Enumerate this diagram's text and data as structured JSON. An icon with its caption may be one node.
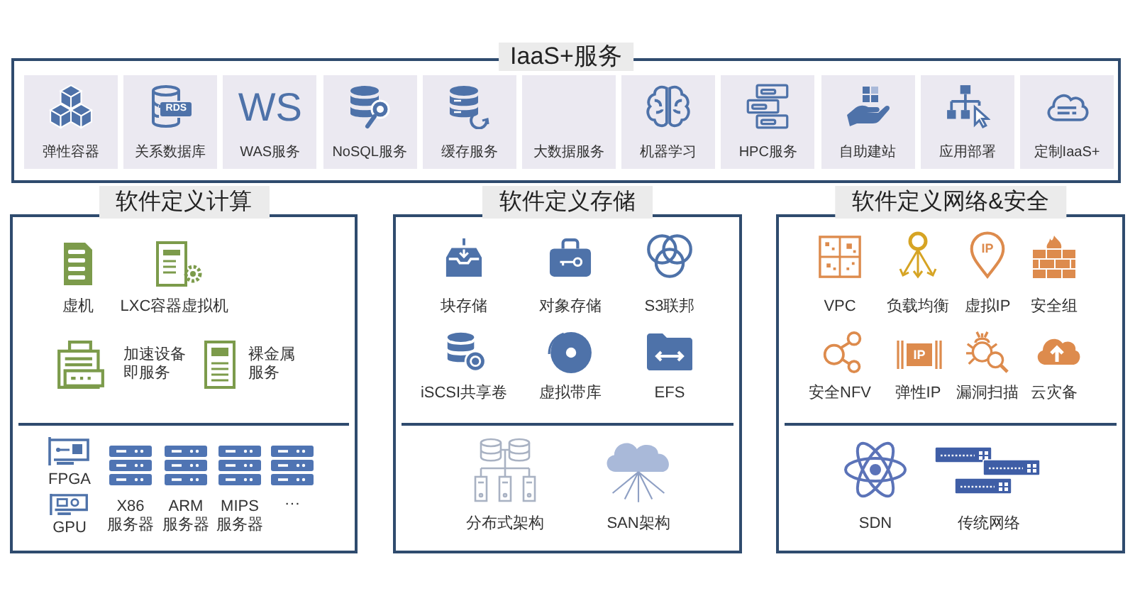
{
  "diagram": {
    "nodes": [
      {
        "text": [
          "IaaS+服务"
        ]
      },
      {
        "text": [
          "弹性容器"
        ],
        "in": 0
      },
      {
        "text": [
          "RDS",
          "关系数据库"
        ],
        "in": 0
      },
      {
        "text": [
          "WS",
          "WAS服务"
        ],
        "in": 0
      },
      {
        "text": [
          "NoSQL服务"
        ],
        "in": 0
      },
      {
        "text": [
          "缓存服务"
        ],
        "in": 0
      },
      {
        "text": [
          "大数据服务"
        ],
        "in": 0
      },
      {
        "text": [
          "机器学习"
        ],
        "in": 0
      },
      {
        "text": [
          "HPC服务"
        ],
        "in": 0
      },
      {
        "text": [
          "自助建站"
        ],
        "in": 0
      },
      {
        "text": [
          "应用部署"
        ],
        "in": 0
      },
      {
        "text": [
          "定制IaaS+"
        ],
        "in": 0
      },
      {
        "text": [
          "软件定义计算"
        ]
      },
      {
        "text": [
          "软件定义存储"
        ]
      },
      {
        "text": [
          "软件定义网络&安全"
        ]
      }
    ],
    "labels": [
      "虚机",
      "LXC容器虚拟机",
      "加速设备即服务",
      "裸金属服务",
      "FPGA",
      "GPU",
      "X86服务器",
      "ARM服务器",
      "MIPS服务器",
      "···",
      "块存储",
      "对象存储",
      "S3联邦",
      "iSCSI共享卷",
      "虚拟带库",
      "EFS",
      "分布式架构",
      "SAN架构",
      "IP",
      "VPC",
      "负载均衡",
      "虚拟IP",
      "安全组",
      "IP",
      "安全NFV",
      "弹性IP",
      "漏洞扫描",
      "云灾备",
      "SDN",
      "传统网络"
    ]
  }
}
